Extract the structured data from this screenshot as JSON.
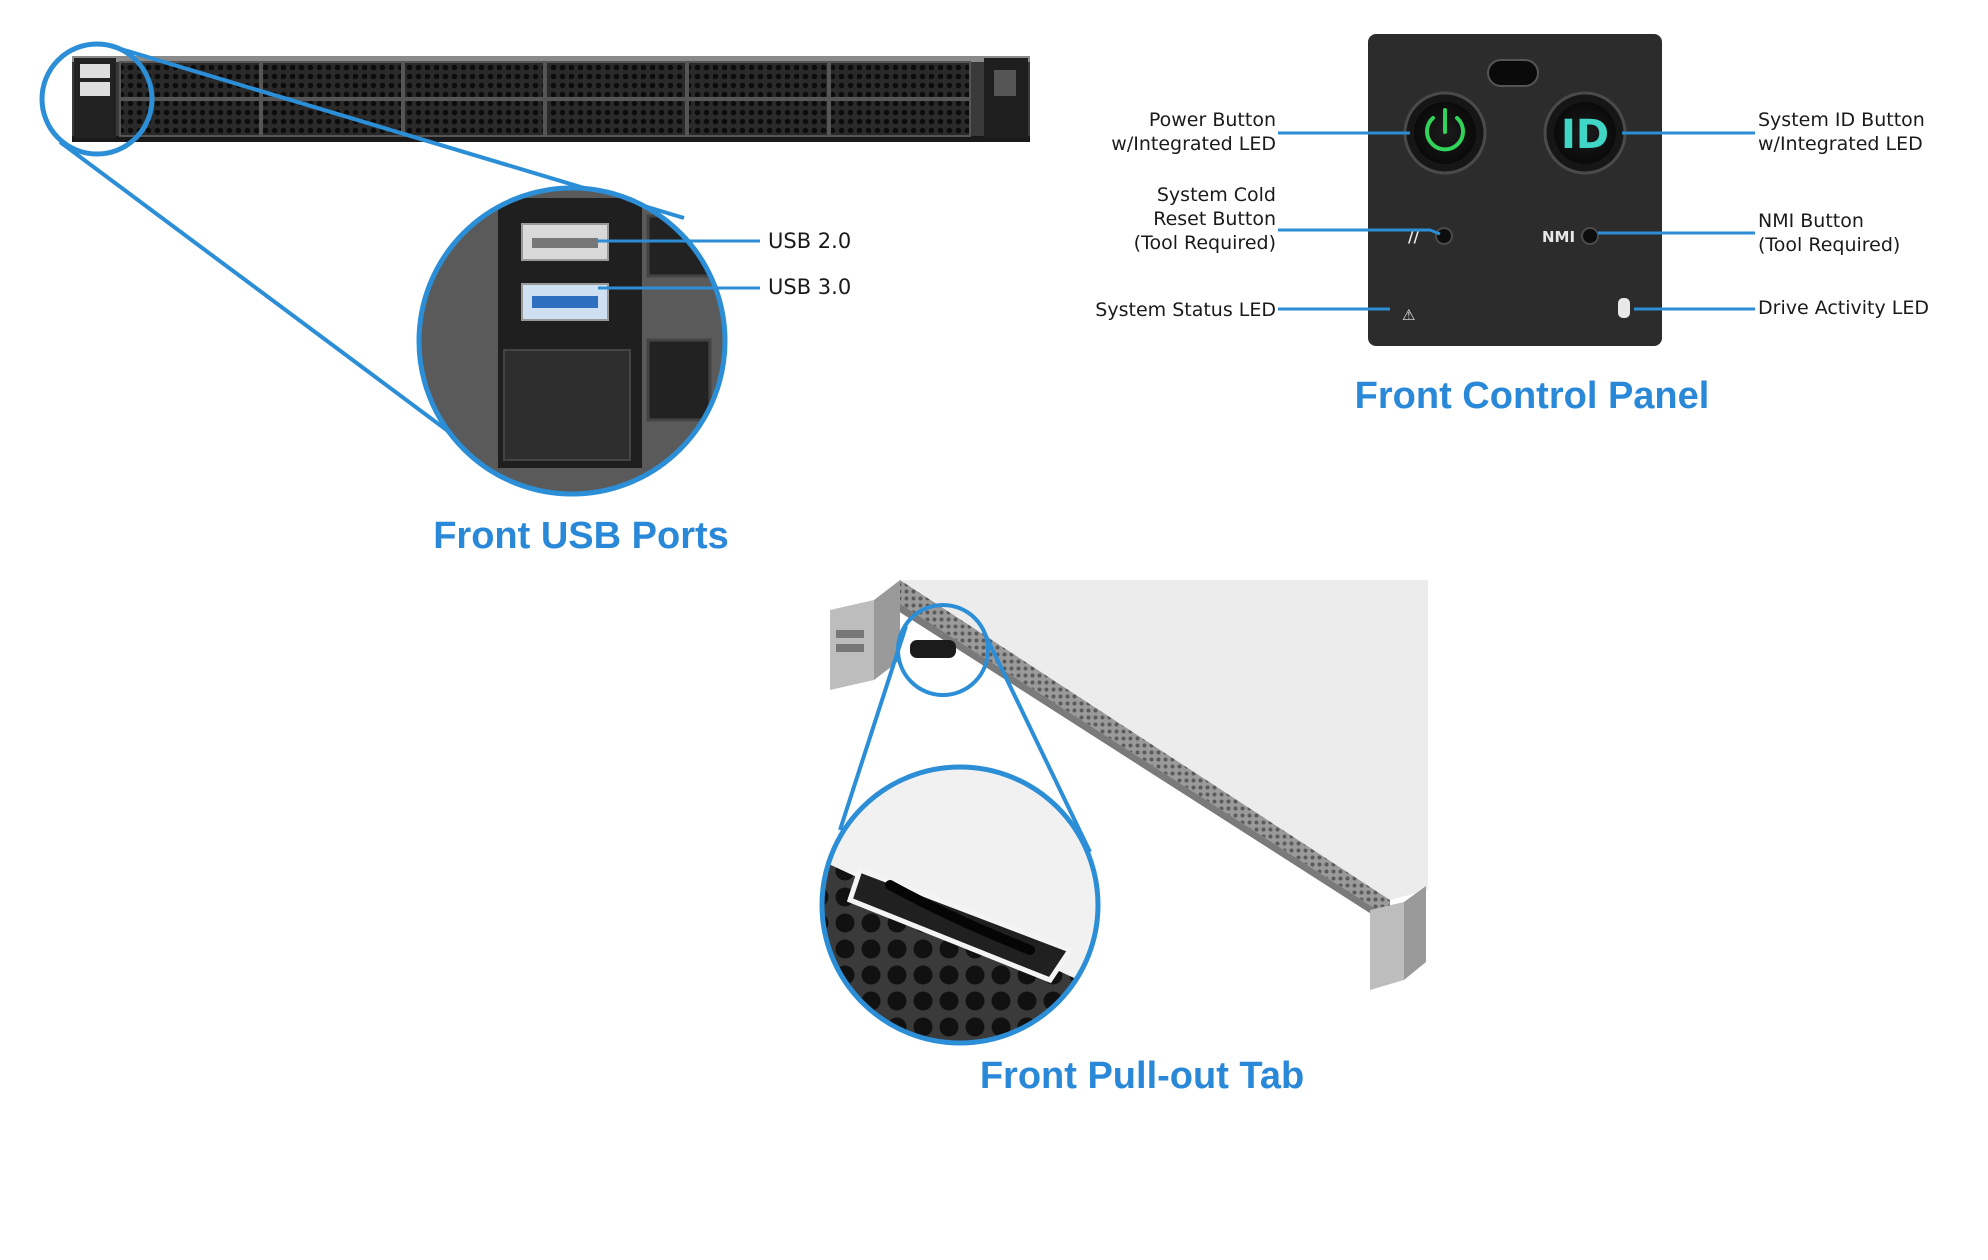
{
  "colors": {
    "accent": "#2b8ed6",
    "title": "#2a88d8",
    "panel": "#2c2c2c",
    "power_led": "#31d35a",
    "id_led": "#3fd6c6"
  },
  "usb": {
    "title": "Front USB Ports",
    "labels": [
      "USB 2.0",
      "USB 3.0"
    ]
  },
  "control_panel": {
    "title": "Front Control Panel",
    "left_labels": [
      [
        "Power Button",
        "w/Integrated LED"
      ],
      [
        "System Cold",
        "Reset Button",
        "(Tool Required)"
      ],
      [
        "System Status LED"
      ]
    ],
    "right_labels": [
      [
        "System ID Button",
        "w/Integrated LED"
      ],
      [
        "NMI Button",
        "(Tool Required)"
      ],
      [
        "Drive Activity LED"
      ]
    ],
    "id_glyph": "ID",
    "nmi_glyph": "NMI",
    "reset_glyph": "//",
    "status_glyph": "⚠"
  },
  "pullout": {
    "title": "Front Pull-out Tab"
  }
}
